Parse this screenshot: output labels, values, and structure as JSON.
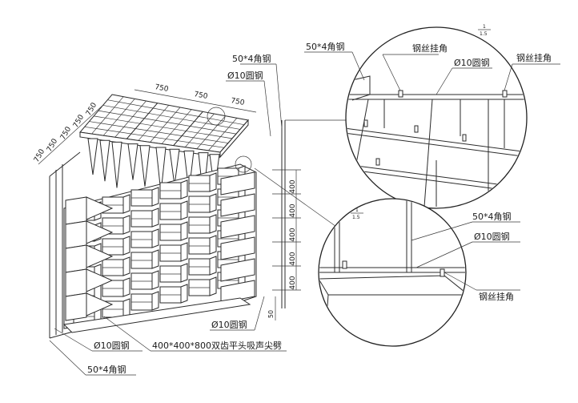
{
  "main_view": {
    "dim_top": [
      "750",
      "750",
      "750"
    ],
    "dim_left": [
      "750",
      "750",
      "750",
      "750",
      "750"
    ],
    "dim_right": [
      "400",
      "400",
      "400",
      "400",
      "400"
    ],
    "dim_bottom_small": "50",
    "label_angle_steel": "50*4角钢",
    "label_round_steel_top": "Ø10圆钢",
    "label_round_steel_bottom": "Ø10圆钢",
    "label_wedge": "400*400*800双齿平头吸声尖劈",
    "label_angle_steel_bottom": "50*4角钢"
  },
  "detail_top": {
    "scale_num": "1",
    "scale_den": "1.5",
    "label_angle_steel": "50*4角钢",
    "label_wire_hook_left": "钢丝挂角",
    "label_round_steel": "Ø10圆钢",
    "label_wire_hook_right": "钢丝挂角"
  },
  "detail_bottom": {
    "scale_num": "1",
    "scale_den": "1.5",
    "label_angle_steel": "50*4角钢",
    "label_round_steel": "Ø10圆钢",
    "label_wire_hook": "钢丝挂角"
  }
}
